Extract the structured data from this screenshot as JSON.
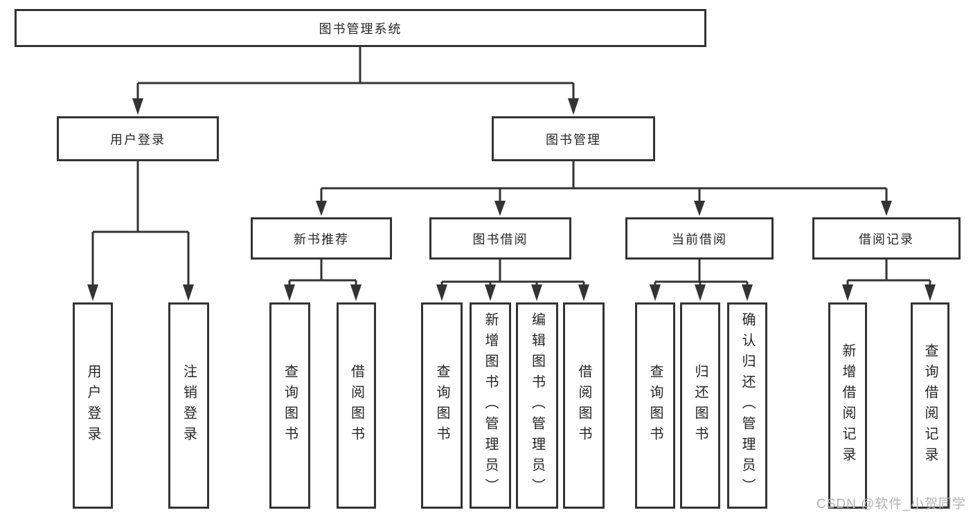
{
  "diagram_type": "hierarchy-tree",
  "watermark": "CSDN @软件_小贺同学",
  "colors": {
    "line": "#333333",
    "box_border": "#333333",
    "box_fill": "#ffffff",
    "text": "#262626",
    "watermark": "#b2b2b2"
  },
  "nodes": {
    "root": {
      "label": "图书管理系统"
    },
    "branches": [
      {
        "label": "用户登录",
        "children": [
          "用户登录",
          "注销登录"
        ]
      },
      {
        "label": "图书管理",
        "children": [
          {
            "label": "新书推荐",
            "children": [
              "查询图书",
              "借阅图书"
            ]
          },
          {
            "label": "图书借阅",
            "children": [
              "查询图书",
              "新增图书（管理员）",
              "编辑图书（管理员）",
              "借阅图书"
            ]
          },
          {
            "label": "当前借阅",
            "children": [
              "查询图书",
              "归还图书",
              "确认归还（管理员）"
            ]
          },
          {
            "label": "借阅记录",
            "children": [
              "新增借阅记录",
              "查询借阅记录"
            ]
          }
        ]
      }
    ]
  }
}
